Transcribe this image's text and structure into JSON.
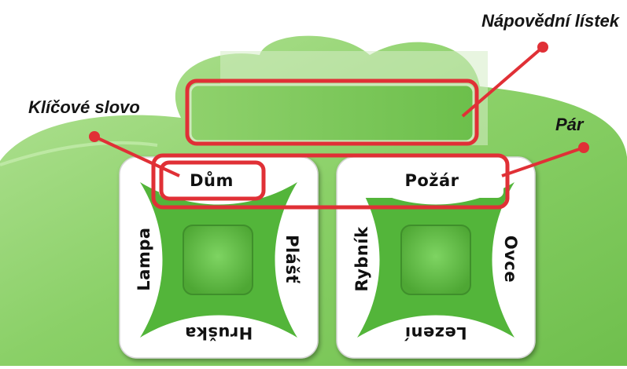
{
  "callouts": {
    "hint_card": "Nápovědní lístek",
    "keyword": "Klíčové slovo",
    "pair": "Pár"
  },
  "card_left": {
    "top": "Dům",
    "left": "Lampa",
    "right": "Plášť",
    "bottom": "Hruška"
  },
  "card_right": {
    "top": "Požár",
    "left": "Rybník",
    "right": "Ovce",
    "bottom": "Lezení"
  },
  "colors": {
    "board_green": "#8ad067",
    "card_green": "#53b53a",
    "callout_red": "#e03036"
  }
}
